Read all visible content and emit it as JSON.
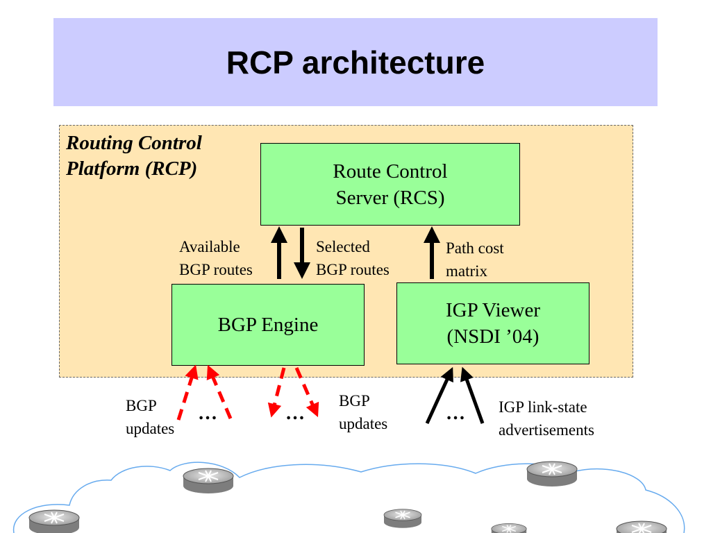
{
  "title": "RCP architecture",
  "platform_label": "Routing Control\nPlatform (RCP)",
  "boxes": {
    "rcs": "Route Control\nServer (RCS)",
    "bgp_engine": "BGP Engine",
    "igp_viewer": "IGP Viewer\n(NSDI ’04)"
  },
  "labels": {
    "available": "Available\nBGP routes",
    "selected": "Selected\nBGP routes",
    "path_cost": "Path cost\nmatrix",
    "bgp_updates_left": "BGP\nupdates",
    "bgp_updates_right": "BGP\nupdates",
    "igp_lsa": "IGP link-state\nadvertisements"
  },
  "ellipsis": "…",
  "colors": {
    "title_bg": "#ccccff",
    "frame_bg": "#ffe6b3",
    "box_fill": "#99ff99",
    "bgp_arrow": "#ff0000",
    "igp_arrow": "#000000"
  }
}
